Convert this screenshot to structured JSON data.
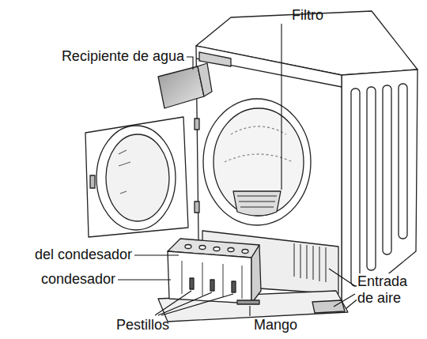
{
  "diagram": {
    "labels": [
      "Filtro",
      "Recipiente de agua",
      "del condesador",
      "condesador",
      "Entrada de aire",
      "Pestillos",
      "Mango"
    ]
  }
}
